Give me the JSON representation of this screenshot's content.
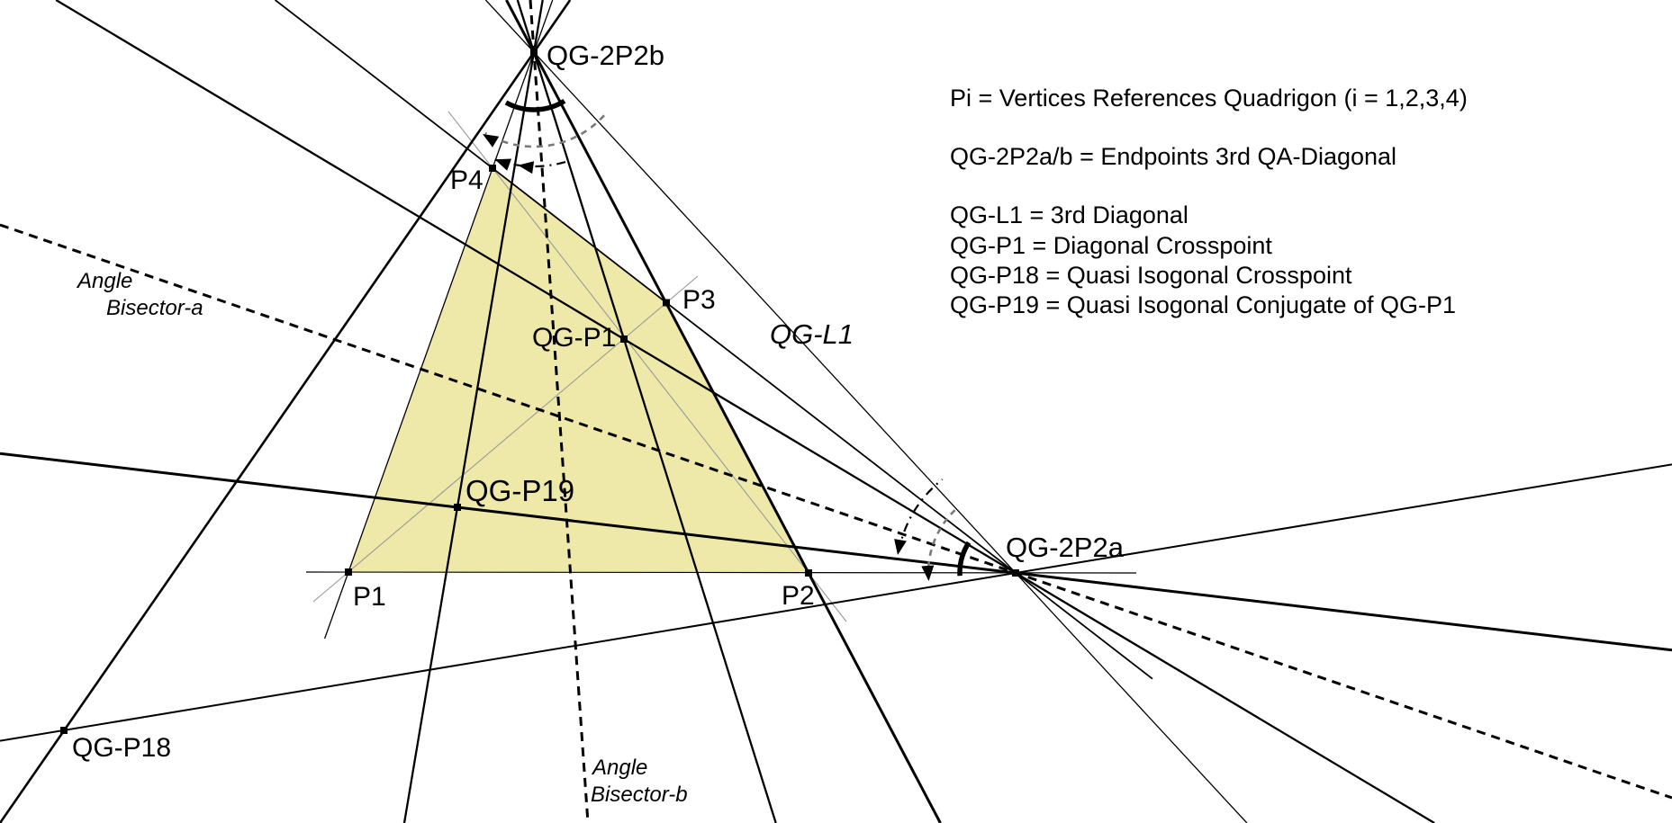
{
  "figure": {
    "points": {
      "p1": "P1",
      "p2": "P2",
      "p3": "P3",
      "p4": "P4",
      "qg_2p2b": "QG-2P2b",
      "qg_2p2a": "QG-2P2a",
      "qg_p1": "QG-P1",
      "qg_p18": "QG-P18",
      "qg_p19": "QG-P19"
    },
    "line_labels": {
      "qg_l1": "QG-L1",
      "bisector_a_line1": "Angle",
      "bisector_a_line2": "Bisector-a",
      "bisector_b_line1": "Angle",
      "bisector_b_line2": "Bisector-b"
    },
    "colors": {
      "quad_fill": "#EFE9A9",
      "diagonal_gray": "#999999",
      "dashed_arc_gray": "#7a7a7a",
      "ink": "#000000"
    }
  },
  "legend": {
    "lines": [
      "Pi = Vertices References Quadrigon (i = 1,2,3,4)",
      "QG-2P2a/b = Endpoints 3rd QA-Diagonal",
      "QG-L1 = 3rd Diagonal",
      "QG-P1 = Diagonal Crosspoint",
      "QG-P18 = Quasi Isogonal Crosspoint",
      "QG-P19 = Quasi Isogonal Conjugate of QG-P1"
    ]
  }
}
